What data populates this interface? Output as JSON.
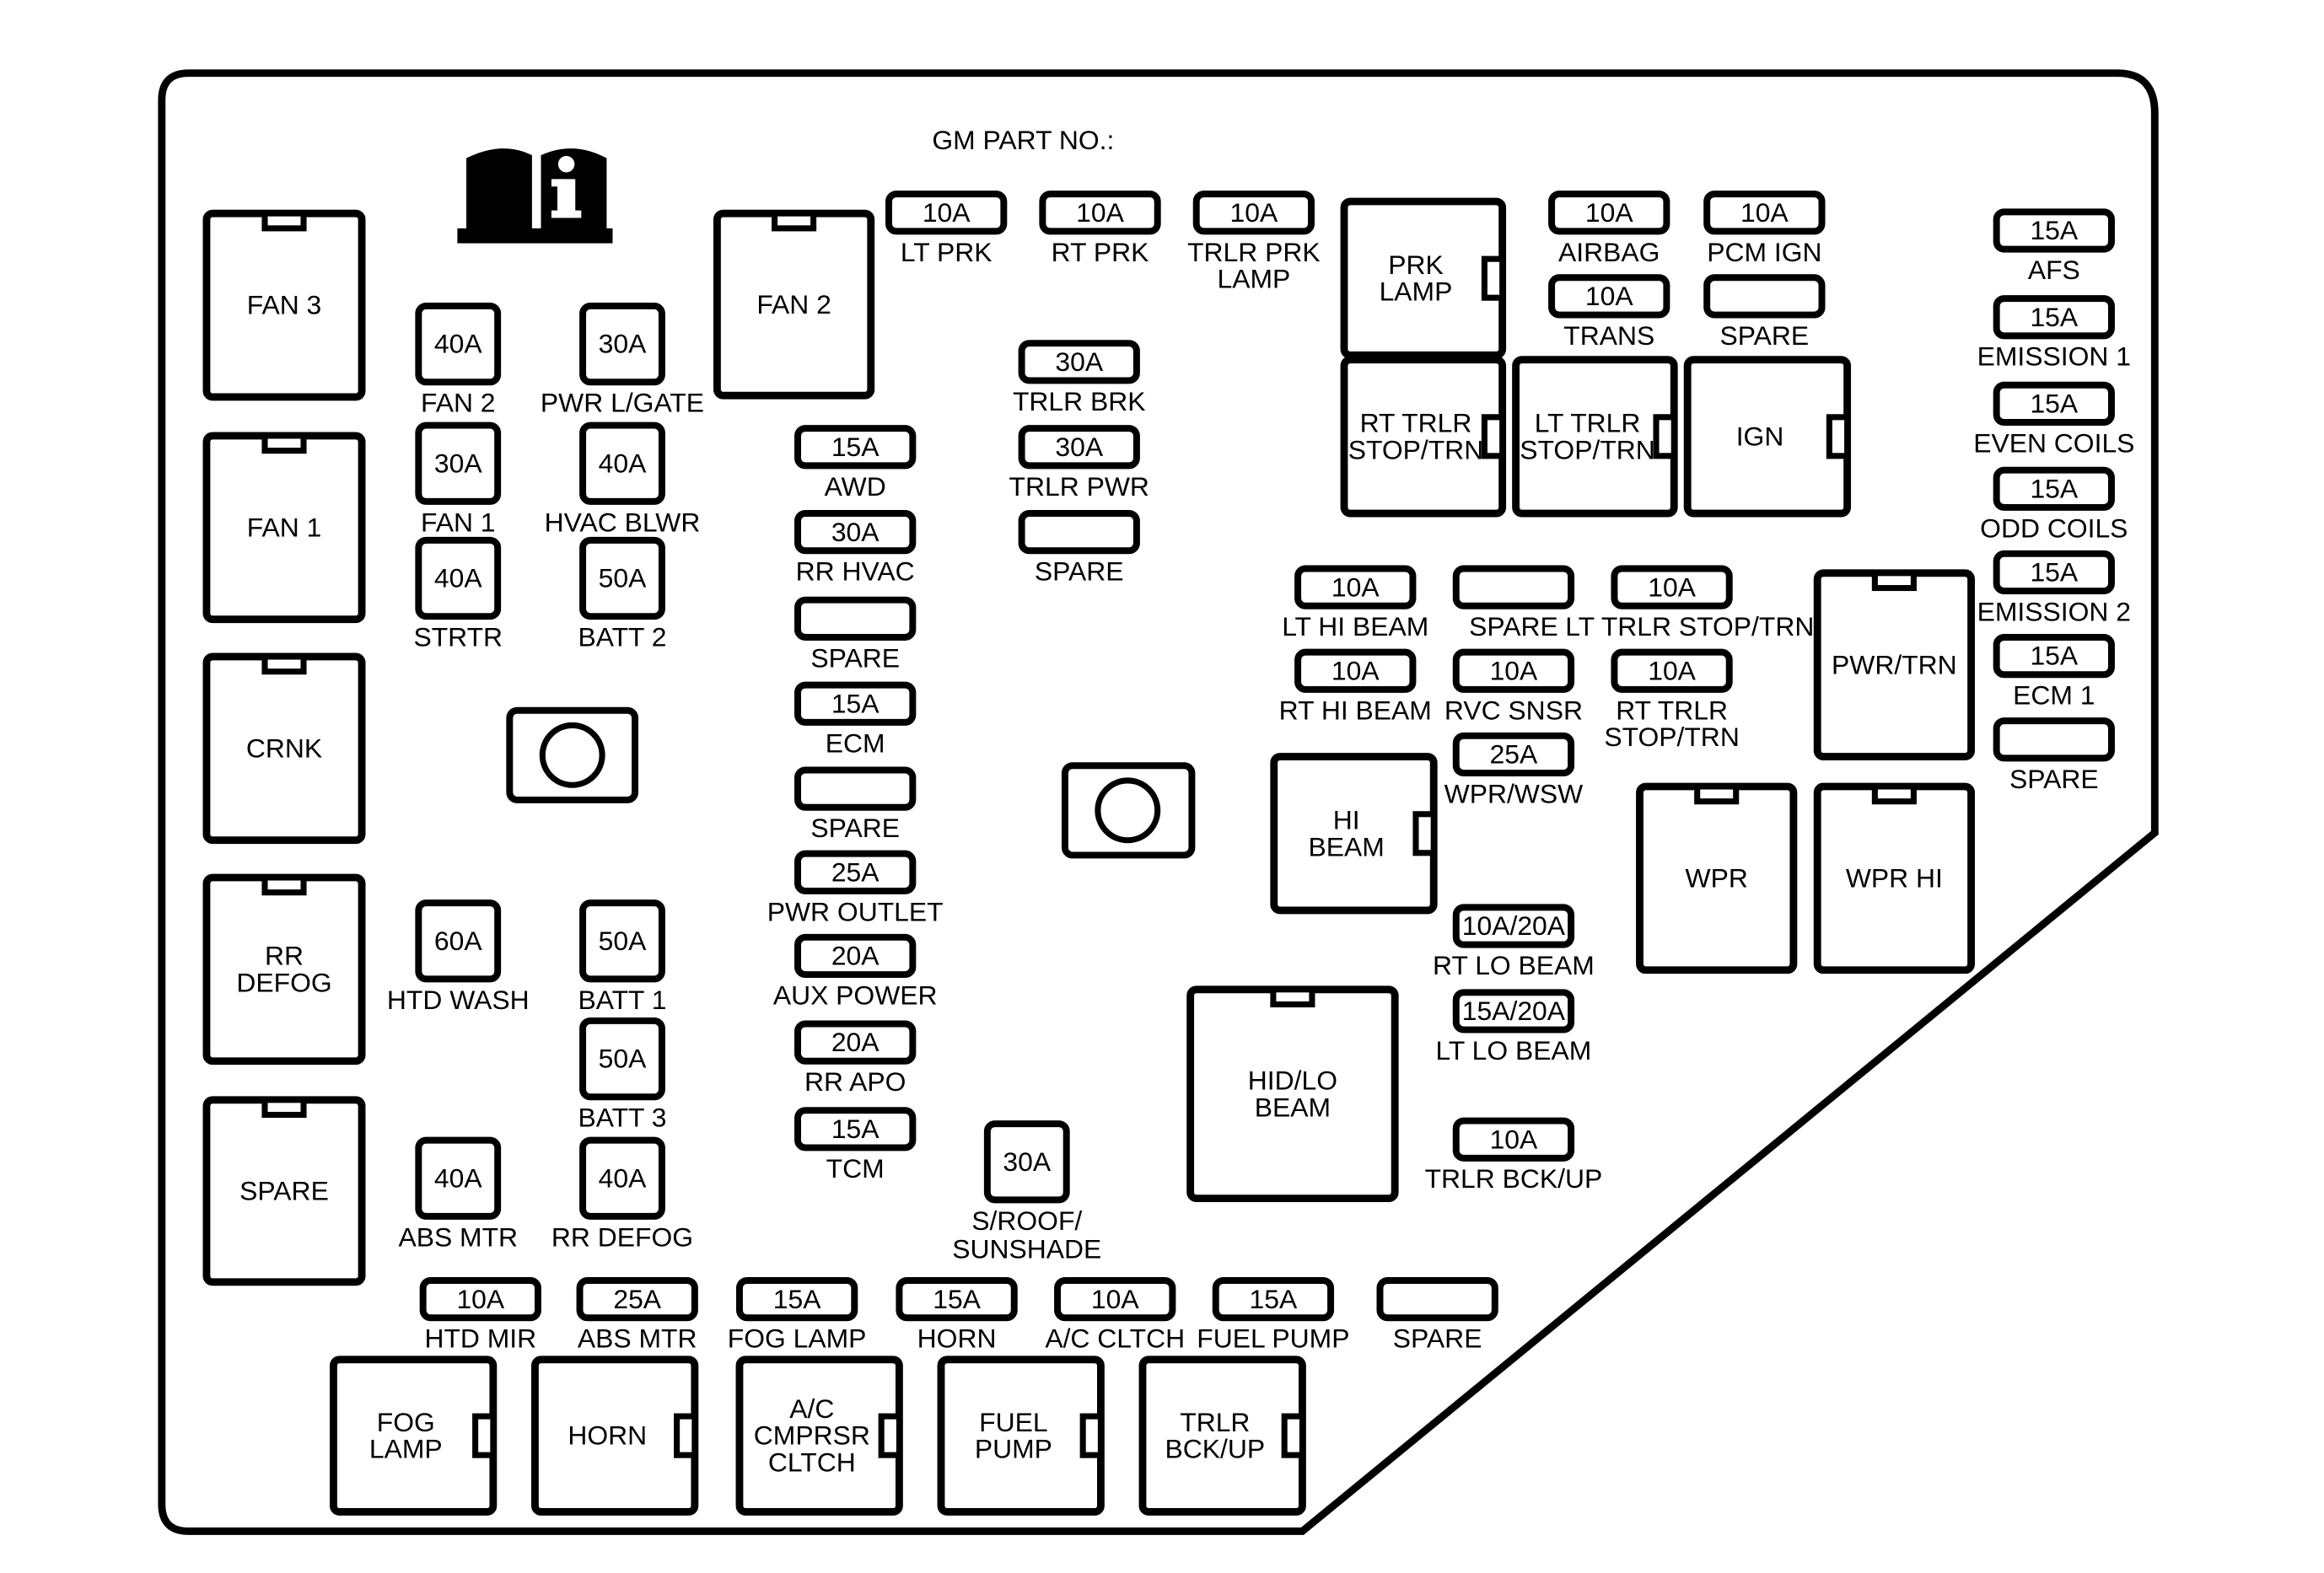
{
  "header": {
    "part_no_label": "GM PART NO.:"
  },
  "icons": {
    "manual": "manual-info-icon"
  },
  "relays": [
    {
      "id": "fan-3",
      "lines": [
        "FAN 3"
      ],
      "tab": "top"
    },
    {
      "id": "fan-1",
      "lines": [
        "FAN 1"
      ],
      "tab": "top"
    },
    {
      "id": "crnk",
      "lines": [
        "CRNK"
      ],
      "tab": "top"
    },
    {
      "id": "rr-defog",
      "lines": [
        "RR",
        "DEFOG"
      ],
      "tab": "top"
    },
    {
      "id": "spare-left",
      "lines": [
        "SPARE"
      ],
      "tab": "top"
    },
    {
      "id": "fan-2",
      "lines": [
        "FAN 2"
      ],
      "tab": "top"
    },
    {
      "id": "prk-lamp",
      "lines": [
        "PRK",
        "LAMP"
      ],
      "tab": "right"
    },
    {
      "id": "rt-trlr-stop-trn",
      "lines": [
        "RT TRLR",
        "STOP/TRN"
      ],
      "tab": "right"
    },
    {
      "id": "lt-trlr-stop-trn",
      "lines": [
        "LT TRLR",
        "STOP/TRN"
      ],
      "tab": "right"
    },
    {
      "id": "ign",
      "lines": [
        "IGN"
      ],
      "tab": "right"
    },
    {
      "id": "pwr-trn",
      "lines": [
        "PWR/TRN"
      ],
      "tab": "top"
    },
    {
      "id": "hi-beam",
      "lines": [
        "HI",
        "BEAM"
      ],
      "tab": "right"
    },
    {
      "id": "wpr",
      "lines": [
        "WPR"
      ],
      "tab": "top"
    },
    {
      "id": "wpr-hi",
      "lines": [
        "WPR HI"
      ],
      "tab": "top"
    },
    {
      "id": "hid-lo-beam",
      "lines": [
        "HID/LO",
        "BEAM"
      ],
      "tab": "top"
    },
    {
      "id": "fog-lamp",
      "lines": [
        "FOG",
        "LAMP"
      ],
      "tab": "right"
    },
    {
      "id": "horn",
      "lines": [
        "HORN"
      ],
      "tab": "right"
    },
    {
      "id": "ac-cmprsr-cltch",
      "lines": [
        "A/C",
        "CMPRSR",
        "CLTCH"
      ],
      "tab": "right"
    },
    {
      "id": "fuel-pump",
      "lines": [
        "FUEL",
        "PUMP"
      ],
      "tab": "right"
    },
    {
      "id": "trlr-bck-up",
      "lines": [
        "TRLR",
        "BCK/UP"
      ],
      "tab": "right"
    }
  ],
  "maxi_fuses": [
    {
      "id": "fan-2",
      "rating": "40A",
      "label": [
        "FAN 2"
      ]
    },
    {
      "id": "pwr-lgate",
      "rating": "30A",
      "label": [
        "PWR L/GATE"
      ]
    },
    {
      "id": "fan-1",
      "rating": "30A",
      "label": [
        "FAN 1"
      ]
    },
    {
      "id": "hvac-blwr",
      "rating": "40A",
      "label": [
        "HVAC BLWR"
      ]
    },
    {
      "id": "strtr",
      "rating": "40A",
      "label": [
        "STRTR"
      ]
    },
    {
      "id": "batt-2",
      "rating": "50A",
      "label": [
        "BATT 2"
      ]
    },
    {
      "id": "htd-wash",
      "rating": "60A",
      "label": [
        "HTD WASH"
      ]
    },
    {
      "id": "batt-1",
      "rating": "50A",
      "label": [
        "BATT 1"
      ]
    },
    {
      "id": "batt-3",
      "rating": "50A",
      "label": [
        "BATT 3"
      ]
    },
    {
      "id": "abs-mtr",
      "rating": "40A",
      "label": [
        "ABS MTR"
      ]
    },
    {
      "id": "rr-defog",
      "rating": "40A",
      "label": [
        "RR DEFOG"
      ]
    },
    {
      "id": "s-roof",
      "rating": "30A",
      "label": [
        "S/ROOF/",
        "SUNSHADE"
      ]
    }
  ],
  "mini_fuses": [
    {
      "id": "lt-prk",
      "rating": "10A",
      "label": [
        "LT PRK"
      ]
    },
    {
      "id": "rt-prk",
      "rating": "10A",
      "label": [
        "RT PRK"
      ]
    },
    {
      "id": "trlr-prk-lamp",
      "rating": "10A",
      "label": [
        "TRLR PRK",
        "LAMP"
      ]
    },
    {
      "id": "airbag",
      "rating": "10A",
      "label": [
        "AIRBAG"
      ]
    },
    {
      "id": "pcm-ign",
      "rating": "10A",
      "label": [
        "PCM IGN"
      ]
    },
    {
      "id": "trans",
      "rating": "10A",
      "label": [
        "TRANS"
      ]
    },
    {
      "id": "spare-pcm",
      "rating": "",
      "label": [
        "SPARE"
      ]
    },
    {
      "id": "afs",
      "rating": "15A",
      "label": [
        "AFS"
      ]
    },
    {
      "id": "emission-1",
      "rating": "15A",
      "label": [
        "EMISSION 1"
      ]
    },
    {
      "id": "even-coils",
      "rating": "15A",
      "label": [
        "EVEN COILS"
      ]
    },
    {
      "id": "odd-coils",
      "rating": "15A",
      "label": [
        "ODD COILS"
      ]
    },
    {
      "id": "emission-2",
      "rating": "15A",
      "label": [
        "EMISSION 2"
      ]
    },
    {
      "id": "ecm-1",
      "rating": "15A",
      "label": [
        "ECM 1"
      ]
    },
    {
      "id": "spare-right",
      "rating": "",
      "label": [
        "SPARE"
      ]
    },
    {
      "id": "trlr-brk",
      "rating": "30A",
      "label": [
        "TRLR BRK"
      ]
    },
    {
      "id": "trlr-pwr",
      "rating": "30A",
      "label": [
        "TRLR PWR"
      ]
    },
    {
      "id": "spare-trlr",
      "rating": "",
      "label": [
        "SPARE"
      ]
    },
    {
      "id": "awd",
      "rating": "15A",
      "label": [
        "AWD"
      ]
    },
    {
      "id": "rr-hvac",
      "rating": "30A",
      "label": [
        "RR HVAC"
      ]
    },
    {
      "id": "spare-c1",
      "rating": "",
      "label": [
        "SPARE"
      ]
    },
    {
      "id": "ecm",
      "rating": "15A",
      "label": [
        "ECM"
      ]
    },
    {
      "id": "spare-c2",
      "rating": "",
      "label": [
        "SPARE"
      ]
    },
    {
      "id": "pwr-outlet",
      "rating": "25A",
      "label": [
        "PWR OUTLET"
      ]
    },
    {
      "id": "aux-power",
      "rating": "20A",
      "label": [
        "AUX POWER"
      ]
    },
    {
      "id": "rr-apo",
      "rating": "20A",
      "label": [
        "RR APO"
      ]
    },
    {
      "id": "tcm",
      "rating": "15A",
      "label": [
        "TCM"
      ]
    },
    {
      "id": "lt-hi-beam",
      "rating": "10A",
      "label": [
        "LT HI BEAM"
      ]
    },
    {
      "id": "spare-hb",
      "rating": "",
      "label": [
        "SPARE"
      ]
    },
    {
      "id": "lt-trlr-stop-trn",
      "rating": "10A",
      "label": [
        "LT TRLR STOP/TRN"
      ]
    },
    {
      "id": "rt-hi-beam",
      "rating": "10A",
      "label": [
        "RT HI BEAM"
      ]
    },
    {
      "id": "rvc-snsr",
      "rating": "10A",
      "label": [
        "RVC SNSR"
      ]
    },
    {
      "id": "rt-trlr-stop-trn",
      "rating": "10A",
      "label": [
        "RT TRLR",
        "STOP/TRN"
      ]
    },
    {
      "id": "wpr-wsw",
      "rating": "25A",
      "label": [
        "WPR/WSW"
      ]
    },
    {
      "id": "rt-lo-beam",
      "rating": "10A/20A",
      "label": [
        "RT LO BEAM"
      ]
    },
    {
      "id": "lt-lo-beam",
      "rating": "15A/20A",
      "label": [
        "LT LO BEAM"
      ]
    },
    {
      "id": "trlr-bck-up",
      "rating": "10A",
      "label": [
        "TRLR BCK/UP"
      ]
    },
    {
      "id": "htd-mir",
      "rating": "10A",
      "label": [
        "HTD MIR"
      ]
    },
    {
      "id": "abs-mtr",
      "rating": "25A",
      "label": [
        "ABS MTR"
      ]
    },
    {
      "id": "fog-lamp",
      "rating": "15A",
      "label": [
        "FOG LAMP"
      ]
    },
    {
      "id": "horn",
      "rating": "15A",
      "label": [
        "HORN"
      ]
    },
    {
      "id": "ac-cltch",
      "rating": "10A",
      "label": [
        "A/C CLTCH"
      ]
    },
    {
      "id": "fuel-pump",
      "rating": "15A",
      "label": [
        "FUEL PUMP"
      ]
    },
    {
      "id": "spare-bottom",
      "rating": "",
      "label": [
        "SPARE"
      ]
    }
  ]
}
